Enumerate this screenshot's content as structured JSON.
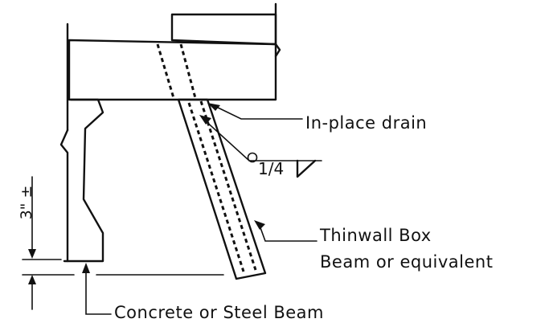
{
  "labels": {
    "in_place_drain": "In-place drain",
    "thinwall_line1": "Thinwall Box",
    "thinwall_line2": "Beam  or equivalent",
    "concrete_beam": "Concrete or Steel Beam",
    "weld_fraction": "1/4",
    "dimension": "3\" ±"
  }
}
